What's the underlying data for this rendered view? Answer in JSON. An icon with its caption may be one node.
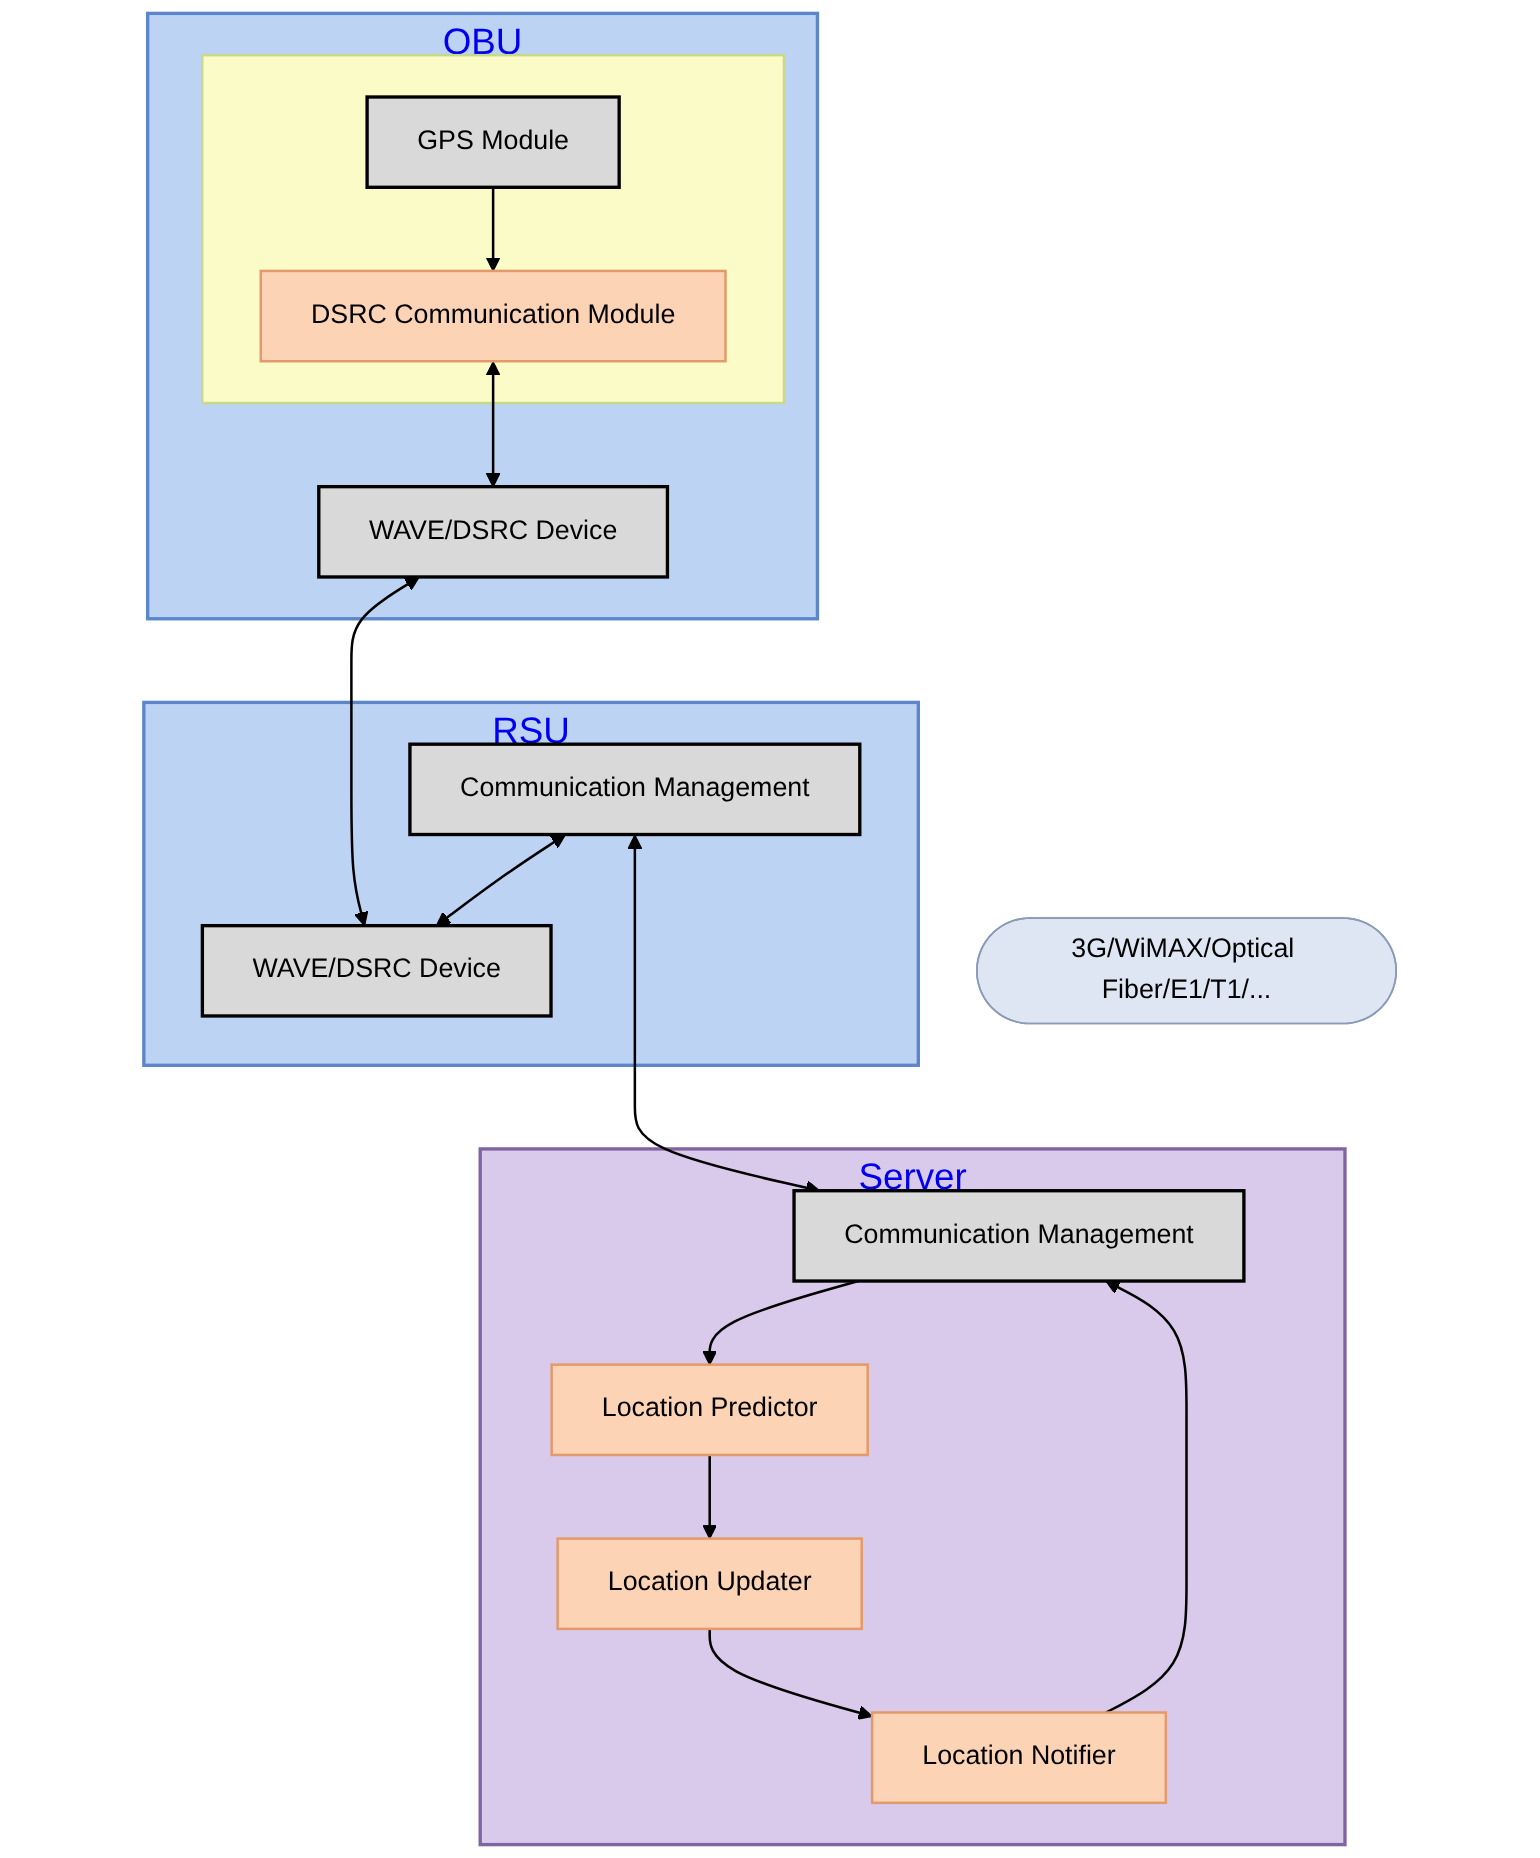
{
  "diagram": {
    "nodes": [
      {
        "text": [
          "OBU"
        ]
      },
      {
        "text": [],
        "shape": "box",
        "in": 0
      },
      {
        "text": [
          "DSRC Communication Module"
        ],
        "in": 1
      },
      {
        "text": [
          "GPS Module"
        ],
        "in": 1
      },
      {
        "text": [
          "WAVE/DSRC Device"
        ],
        "in": 0
      },
      {
        "text": [
          "RSU"
        ]
      },
      {
        "text": [
          "Communication Management"
        ],
        "in": 5
      },
      {
        "text": [
          "WAVE/DSRC Device"
        ],
        "in": 5
      },
      {
        "text": [
          "3G/WiMAX/Optical Fiber/E1/T1/..."
        ]
      },
      {
        "text": [
          "Server"
        ]
      },
      {
        "text": [
          "Communication Management"
        ],
        "in": 9
      },
      {
        "text": [
          "Location Predictor"
        ],
        "in": 9
      },
      {
        "text": [
          "Location Updater"
        ],
        "in": 9
      },
      {
        "text": [
          "Location Notifier"
        ],
        "in": 9
      }
    ],
    "edges": [
      {
        "from": 3,
        "to": 2,
        "arrow": "to"
      },
      {
        "from": 2,
        "to": 4,
        "arrow": "both"
      },
      {
        "from": 4,
        "to": 7,
        "arrow": "both"
      },
      {
        "from": 6,
        "to": 7,
        "arrow": "both"
      },
      {
        "from": 6,
        "to": 10,
        "arrow": "both"
      },
      {
        "from": 10,
        "to": 11,
        "arrow": "to"
      },
      {
        "from": 11,
        "to": 12,
        "arrow": "to"
      },
      {
        "from": 12,
        "to": 13,
        "arrow": "to"
      },
      {
        "from": 13,
        "to": 10,
        "arrow": "to"
      }
    ]
  }
}
